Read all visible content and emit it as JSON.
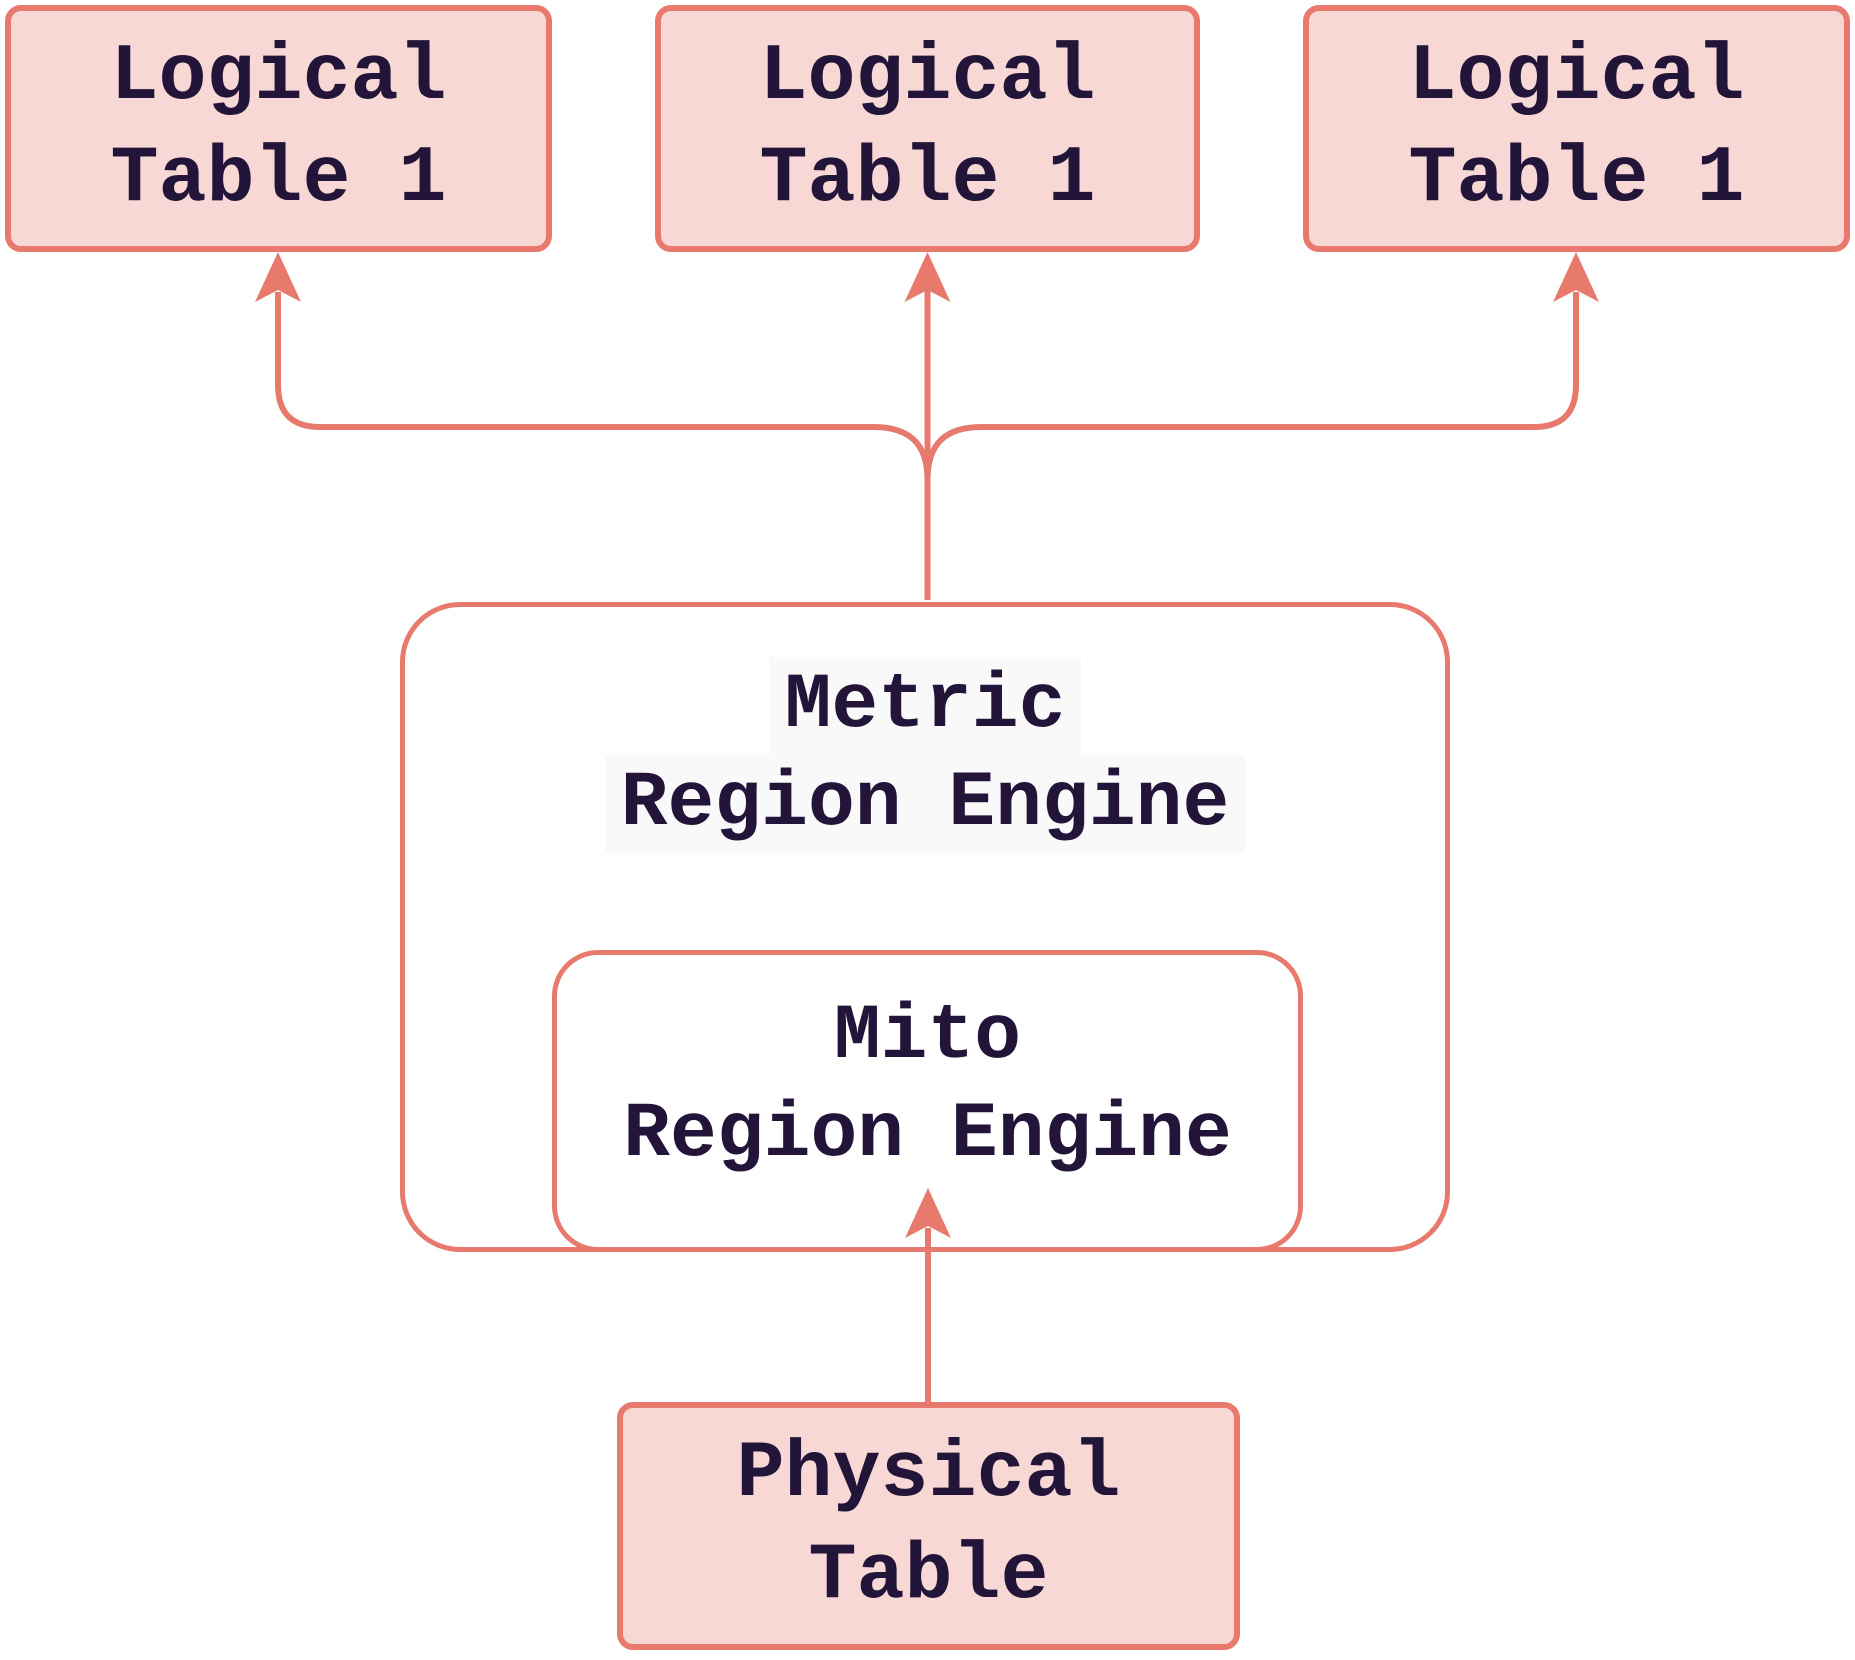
{
  "diagram": {
    "type": "flowchart",
    "direction": "bottom-to-top",
    "nodes": {
      "logical_left": {
        "line1": "Logical",
        "line2": "Table 1"
      },
      "logical_middle": {
        "line1": "Logical",
        "line2": "Table 1"
      },
      "logical_right": {
        "line1": "Logical",
        "line2": "Table 1"
      },
      "metric_engine": {
        "line1": "Metric",
        "line2": "Region Engine"
      },
      "mito_engine": {
        "line1": "Mito",
        "line2": "Region Engine"
      },
      "physical_table": {
        "line1": "Physical",
        "line2": "Table"
      }
    },
    "containment": [
      {
        "parent": "metric_engine",
        "child": "mito_engine"
      }
    ],
    "edges": [
      {
        "from": "metric_engine",
        "to": "logical_left",
        "arrow": "up"
      },
      {
        "from": "metric_engine",
        "to": "logical_middle",
        "arrow": "up"
      },
      {
        "from": "metric_engine",
        "to": "logical_right",
        "arrow": "up"
      },
      {
        "from": "physical_table",
        "to": "mito_engine",
        "arrow": "up"
      }
    ]
  },
  "colors": {
    "accent": "#e8796d",
    "node_fill_pink": "#f8d8d5",
    "node_fill_white": "#ffffff",
    "text": "#221539",
    "label_background": "#f9f9f9",
    "background": "#ffffff"
  }
}
